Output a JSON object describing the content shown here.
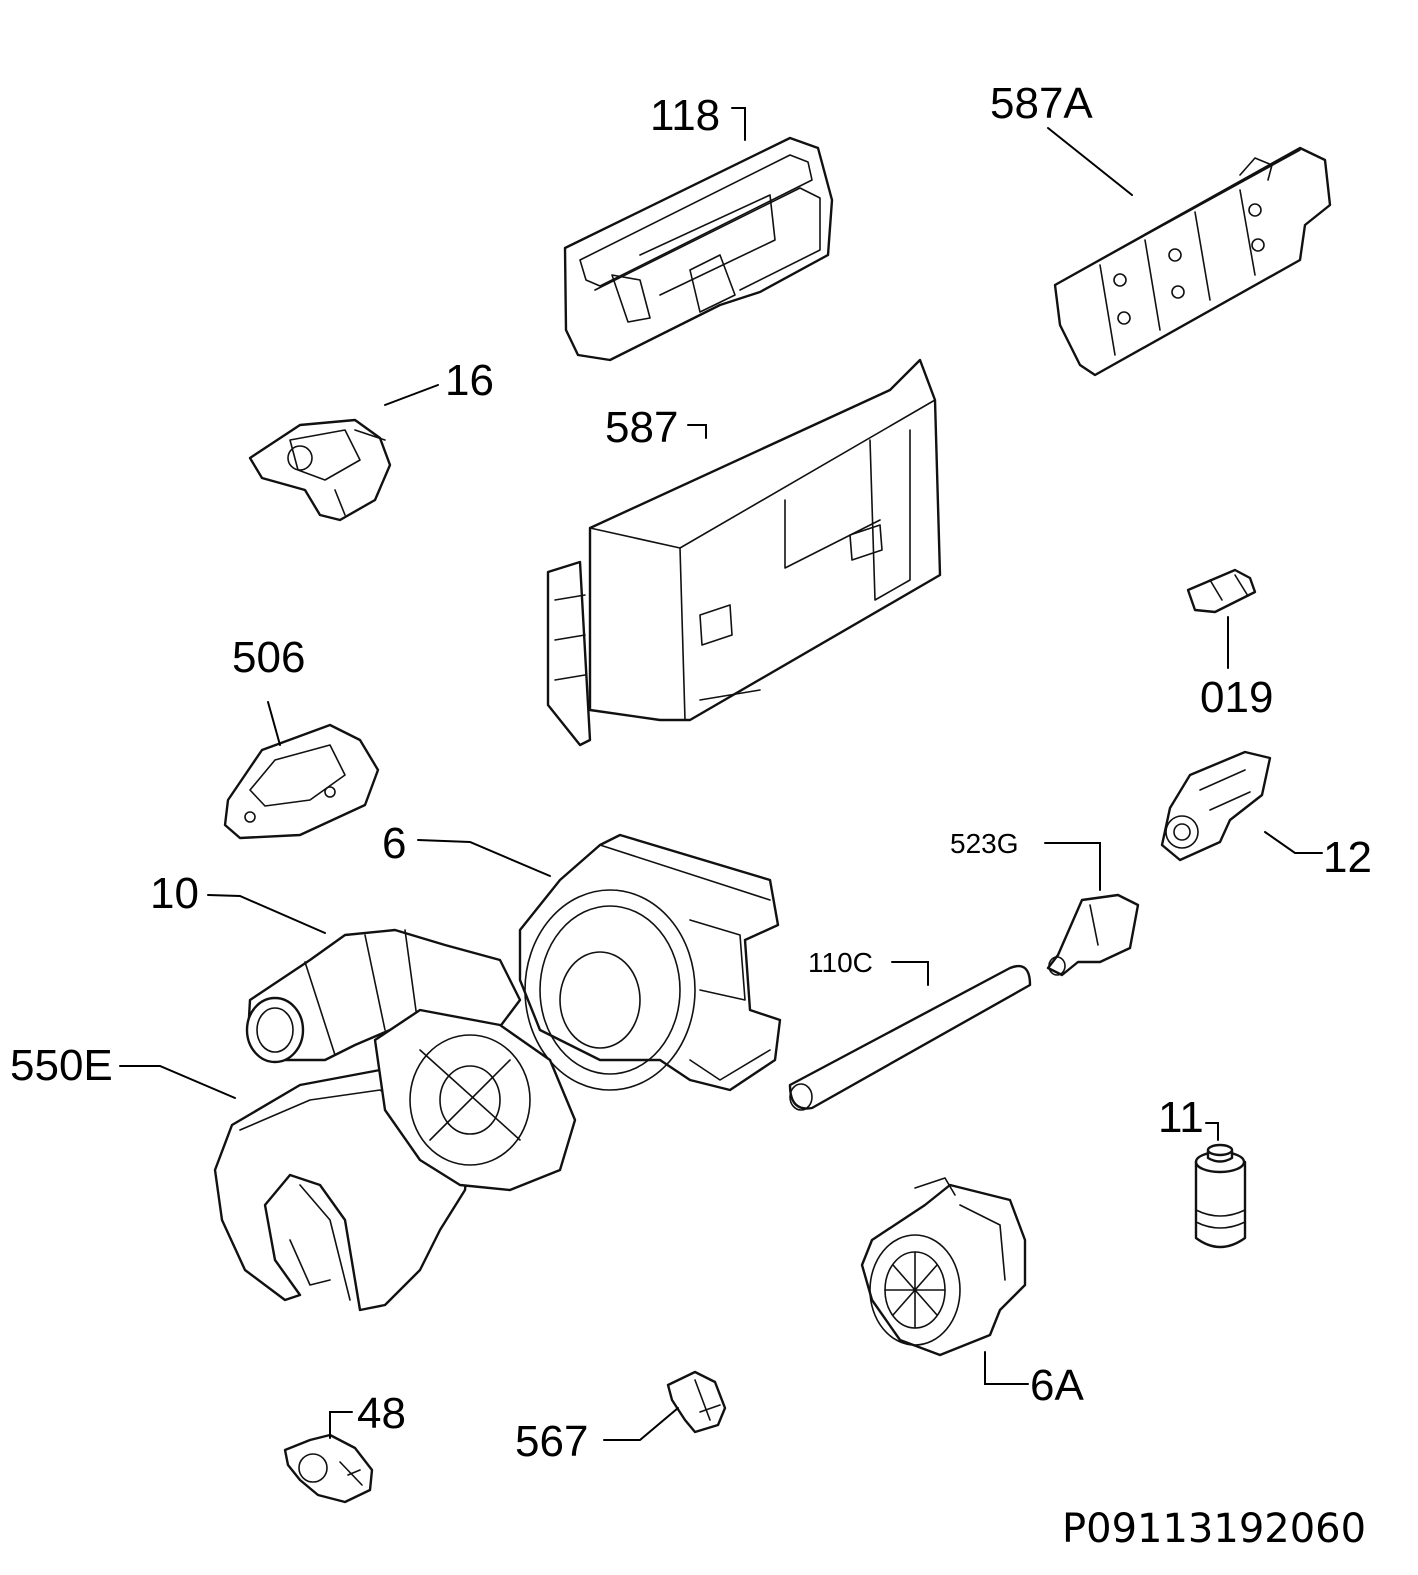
{
  "labels": {
    "l118": "118",
    "l587a": "587A",
    "l16": "16",
    "l587": "587",
    "l019": "019",
    "l506": "506",
    "l6": "6",
    "l10": "10",
    "l523g": "523G",
    "l12": "12",
    "l110c": "110C",
    "l550e": "550E",
    "l11": "11",
    "l6a": "6A",
    "l48": "48",
    "l567": "567"
  },
  "reference_code": "P09113192060"
}
